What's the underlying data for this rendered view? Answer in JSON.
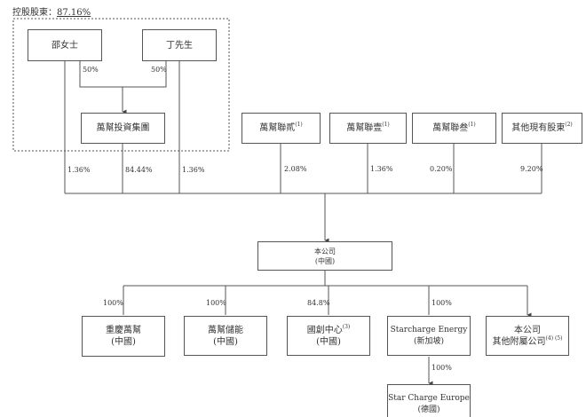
{
  "header": {
    "label": "控股股東：",
    "value": "87.16%"
  },
  "controlling": {
    "ms_shao": "邵女士",
    "mr_ding": "丁先生",
    "group": "萬幫投資集團",
    "pct_shao_group": "50%",
    "pct_ding_group": "50%",
    "pct_shao_company": "1.36%",
    "pct_group_company": "84.44%",
    "pct_ding_company": "1.36%"
  },
  "shareholders": [
    {
      "name": "萬幫聯貳",
      "note": "(1)",
      "pct": "2.08%"
    },
    {
      "name": "萬幫聯壹",
      "note": "(1)",
      "pct": "1.36%"
    },
    {
      "name": "萬幫聯叁",
      "note": "(1)",
      "pct": "0.20%"
    },
    {
      "name": "其他現有股東",
      "note": "(2)",
      "pct": "9.20%"
    }
  ],
  "company": {
    "name": "本公司",
    "region": "(中國)"
  },
  "subsidiaries": [
    {
      "name": "重慶萬幫",
      "note": "",
      "region": "(中國)",
      "pct": "100%"
    },
    {
      "name": "萬幫儲能",
      "note": "",
      "region": "(中國)",
      "pct": "100%"
    },
    {
      "name": "國創中心",
      "note": "(3)",
      "region": "(中國)",
      "pct": "84.8%"
    },
    {
      "name": "Starcharge Energy",
      "note": "",
      "region": "(新加坡)",
      "pct": "100%"
    },
    {
      "name": "本公司",
      "note": "(4) (5)",
      "region": "其他附屬公司",
      "pct": ""
    }
  ],
  "sub_subsidiary": {
    "name": "Star Charge Europe",
    "region": "(德國)",
    "pct": "100%"
  }
}
